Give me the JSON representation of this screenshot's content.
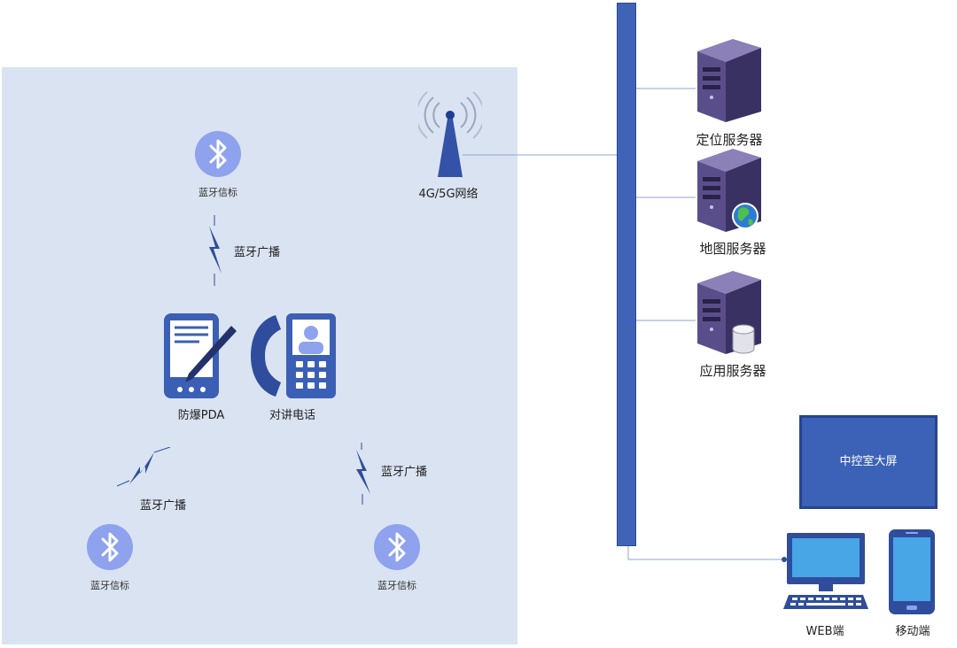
{
  "bluetooth_beacon_label": "蓝牙信标",
  "broadcast_label": "蓝牙广播",
  "network_label": "4G/5G网络",
  "pda_label": "防爆PDA",
  "intercom_label": "对讲电话",
  "servers": {
    "positioning": "定位服务器",
    "map": "地图服务器",
    "application": "应用服务器"
  },
  "control_screen_label": "中控室大屏",
  "web_label": "WEB端",
  "mobile_label": "移动端",
  "colors": {
    "zone": "#dae3f1",
    "accent_blue": "#3f63b7",
    "beacon": "#8ea2ee",
    "server": "#5a4e8a"
  }
}
